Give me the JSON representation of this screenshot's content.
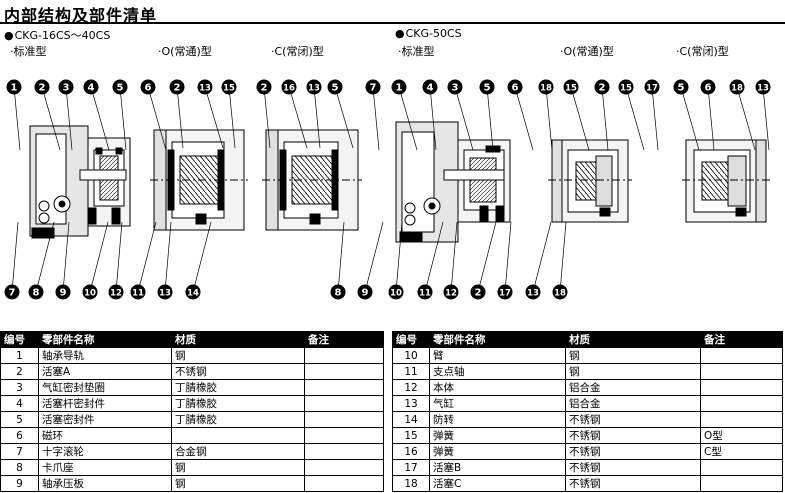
{
  "title": "内部结构及部件清单",
  "left_group": {
    "series": "CKG-16CS～40CS",
    "variants": [
      "·标准型",
      "·O(常通)型",
      "·C(常闭)型"
    ]
  },
  "right_group": {
    "series": "CKG-50CS",
    "variants": [
      "·标准型",
      "·O(常通)型",
      "·C(常闭)型"
    ]
  },
  "callouts": {
    "d1_top": [
      "1",
      "2",
      "3",
      "4",
      "5",
      "6"
    ],
    "d1_bottom": [
      "7",
      "8",
      "9",
      "10",
      "12",
      "11",
      "13",
      "14"
    ],
    "d2_top": [
      "2",
      "13",
      "15"
    ],
    "d3_top": [
      "2",
      "16",
      "13",
      "5"
    ],
    "d4_top": [
      "7",
      "1",
      "4",
      "3",
      "5",
      "6"
    ],
    "d4_bottom": [
      "8",
      "9",
      "10",
      "11",
      "12",
      "2",
      "17",
      "13",
      "18"
    ],
    "d5_top": [
      "18",
      "15"
    ],
    "d6_top": [
      "2",
      "15",
      "17",
      "5",
      "6",
      "18",
      "13"
    ]
  },
  "table": {
    "headers": [
      "编号",
      "零部件名称",
      "材质",
      "备注"
    ],
    "left_rows": [
      {
        "no": "1",
        "name": "轴承导轨",
        "material": "钢",
        "note": ""
      },
      {
        "no": "2",
        "name": "活塞A",
        "material": "不锈钢",
        "note": ""
      },
      {
        "no": "3",
        "name": "气缸密封垫圈",
        "material": "丁腈橡胶",
        "note": ""
      },
      {
        "no": "4",
        "name": "活塞杆密封件",
        "material": "丁腈橡胶",
        "note": ""
      },
      {
        "no": "5",
        "name": "活塞密封件",
        "material": "丁腈橡胶",
        "note": ""
      },
      {
        "no": "6",
        "name": "磁环",
        "material": "",
        "note": ""
      },
      {
        "no": "7",
        "name": "十字滚轮",
        "material": "合金钢",
        "note": ""
      },
      {
        "no": "8",
        "name": "卡爪座",
        "material": "钢",
        "note": ""
      },
      {
        "no": "9",
        "name": "轴承压板",
        "material": "钢",
        "note": ""
      }
    ],
    "right_rows": [
      {
        "no": "10",
        "name": "臂",
        "material": "钢",
        "note": ""
      },
      {
        "no": "11",
        "name": "支点轴",
        "material": "钢",
        "note": ""
      },
      {
        "no": "12",
        "name": "本体",
        "material": "铝合金",
        "note": ""
      },
      {
        "no": "13",
        "name": "气缸",
        "material": "铝合金",
        "note": ""
      },
      {
        "no": "14",
        "name": "防转",
        "material": "不锈钢",
        "note": ""
      },
      {
        "no": "15",
        "name": "弹簧",
        "material": "不锈钢",
        "note": "O型"
      },
      {
        "no": "16",
        "name": "弹簧",
        "material": "不锈钢",
        "note": "C型"
      },
      {
        "no": "17",
        "name": "活塞B",
        "material": "不锈钢",
        "note": ""
      },
      {
        "no": "18",
        "name": "活塞C",
        "material": "不锈钢",
        "note": ""
      }
    ]
  }
}
